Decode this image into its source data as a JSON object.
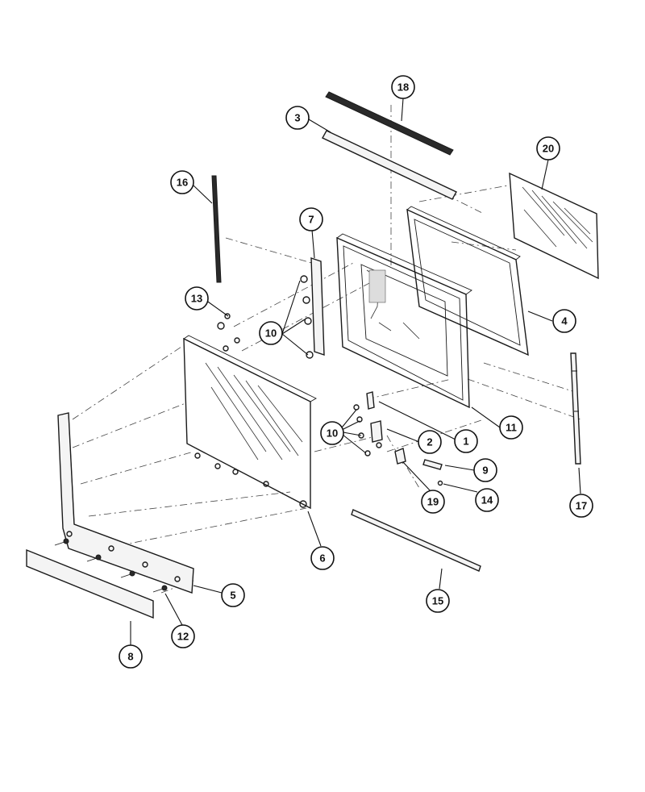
{
  "diagram": {
    "callouts": [
      {
        "id": "c18",
        "label": "18"
      },
      {
        "id": "c3",
        "label": "3"
      },
      {
        "id": "c20",
        "label": "20"
      },
      {
        "id": "c16",
        "label": "16"
      },
      {
        "id": "c7",
        "label": "7"
      },
      {
        "id": "c13",
        "label": "13"
      },
      {
        "id": "c10a",
        "label": "10"
      },
      {
        "id": "c4",
        "label": "4"
      },
      {
        "id": "c11",
        "label": "11"
      },
      {
        "id": "c1",
        "label": "1"
      },
      {
        "id": "c2",
        "label": "2"
      },
      {
        "id": "c10b",
        "label": "10"
      },
      {
        "id": "c9",
        "label": "9"
      },
      {
        "id": "c14",
        "label": "14"
      },
      {
        "id": "c19",
        "label": "19"
      },
      {
        "id": "c17",
        "label": "17"
      },
      {
        "id": "c6",
        "label": "6"
      },
      {
        "id": "c5",
        "label": "5"
      },
      {
        "id": "c15",
        "label": "15"
      },
      {
        "id": "c12",
        "label": "12"
      },
      {
        "id": "c8",
        "label": "8"
      }
    ]
  }
}
